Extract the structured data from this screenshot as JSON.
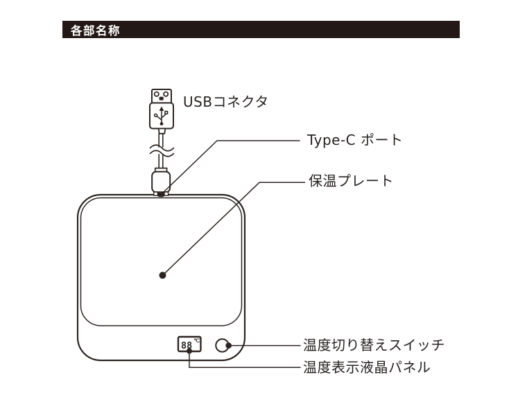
{
  "colors": {
    "ink": "#2b2421",
    "header_bg": "#231815",
    "header_text": "#ffffff",
    "background": "#ffffff"
  },
  "header": {
    "title": "各部名称"
  },
  "diagram": {
    "labels": {
      "usb_connector": "USBコネクタ",
      "type_c_port": "Type-C ポート",
      "warming_plate": "保温プレート",
      "temp_switch": "温度切り替えスイッチ",
      "temp_lcd_panel": "温度表示液晶パネル"
    },
    "lcd": {
      "value": "88",
      "unit": "℃"
    }
  }
}
